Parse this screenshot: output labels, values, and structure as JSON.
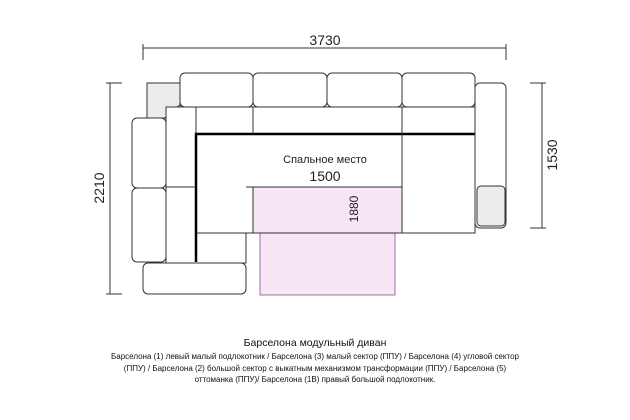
{
  "dimensions": {
    "total_width": "3730",
    "total_height": "2210",
    "right_height": "1530",
    "sleeping_width": "1500",
    "sleeping_depth": "1880"
  },
  "labels": {
    "sleeping_area": "Спальное место"
  },
  "caption": {
    "title": "Барселона модульный диван",
    "description": "Барселона (1) левый малый подлокотник / Барселона (3) малый сектор (ППУ) / Барселона (4) угловой сектор (ППУ) / Барселона (2) большой сектор с выкатным механизмом трансформации (ППУ) / Барселона (5) оттоманка (ППУ)/ Барселона (1В) правый большой подлокотник."
  },
  "colors": {
    "outline": "#333333",
    "frame_fill": "#ececec",
    "sleeping_fill": "#f6e6f6",
    "sleeping_stroke": "#a070a0",
    "dimension_line": "#333333"
  }
}
